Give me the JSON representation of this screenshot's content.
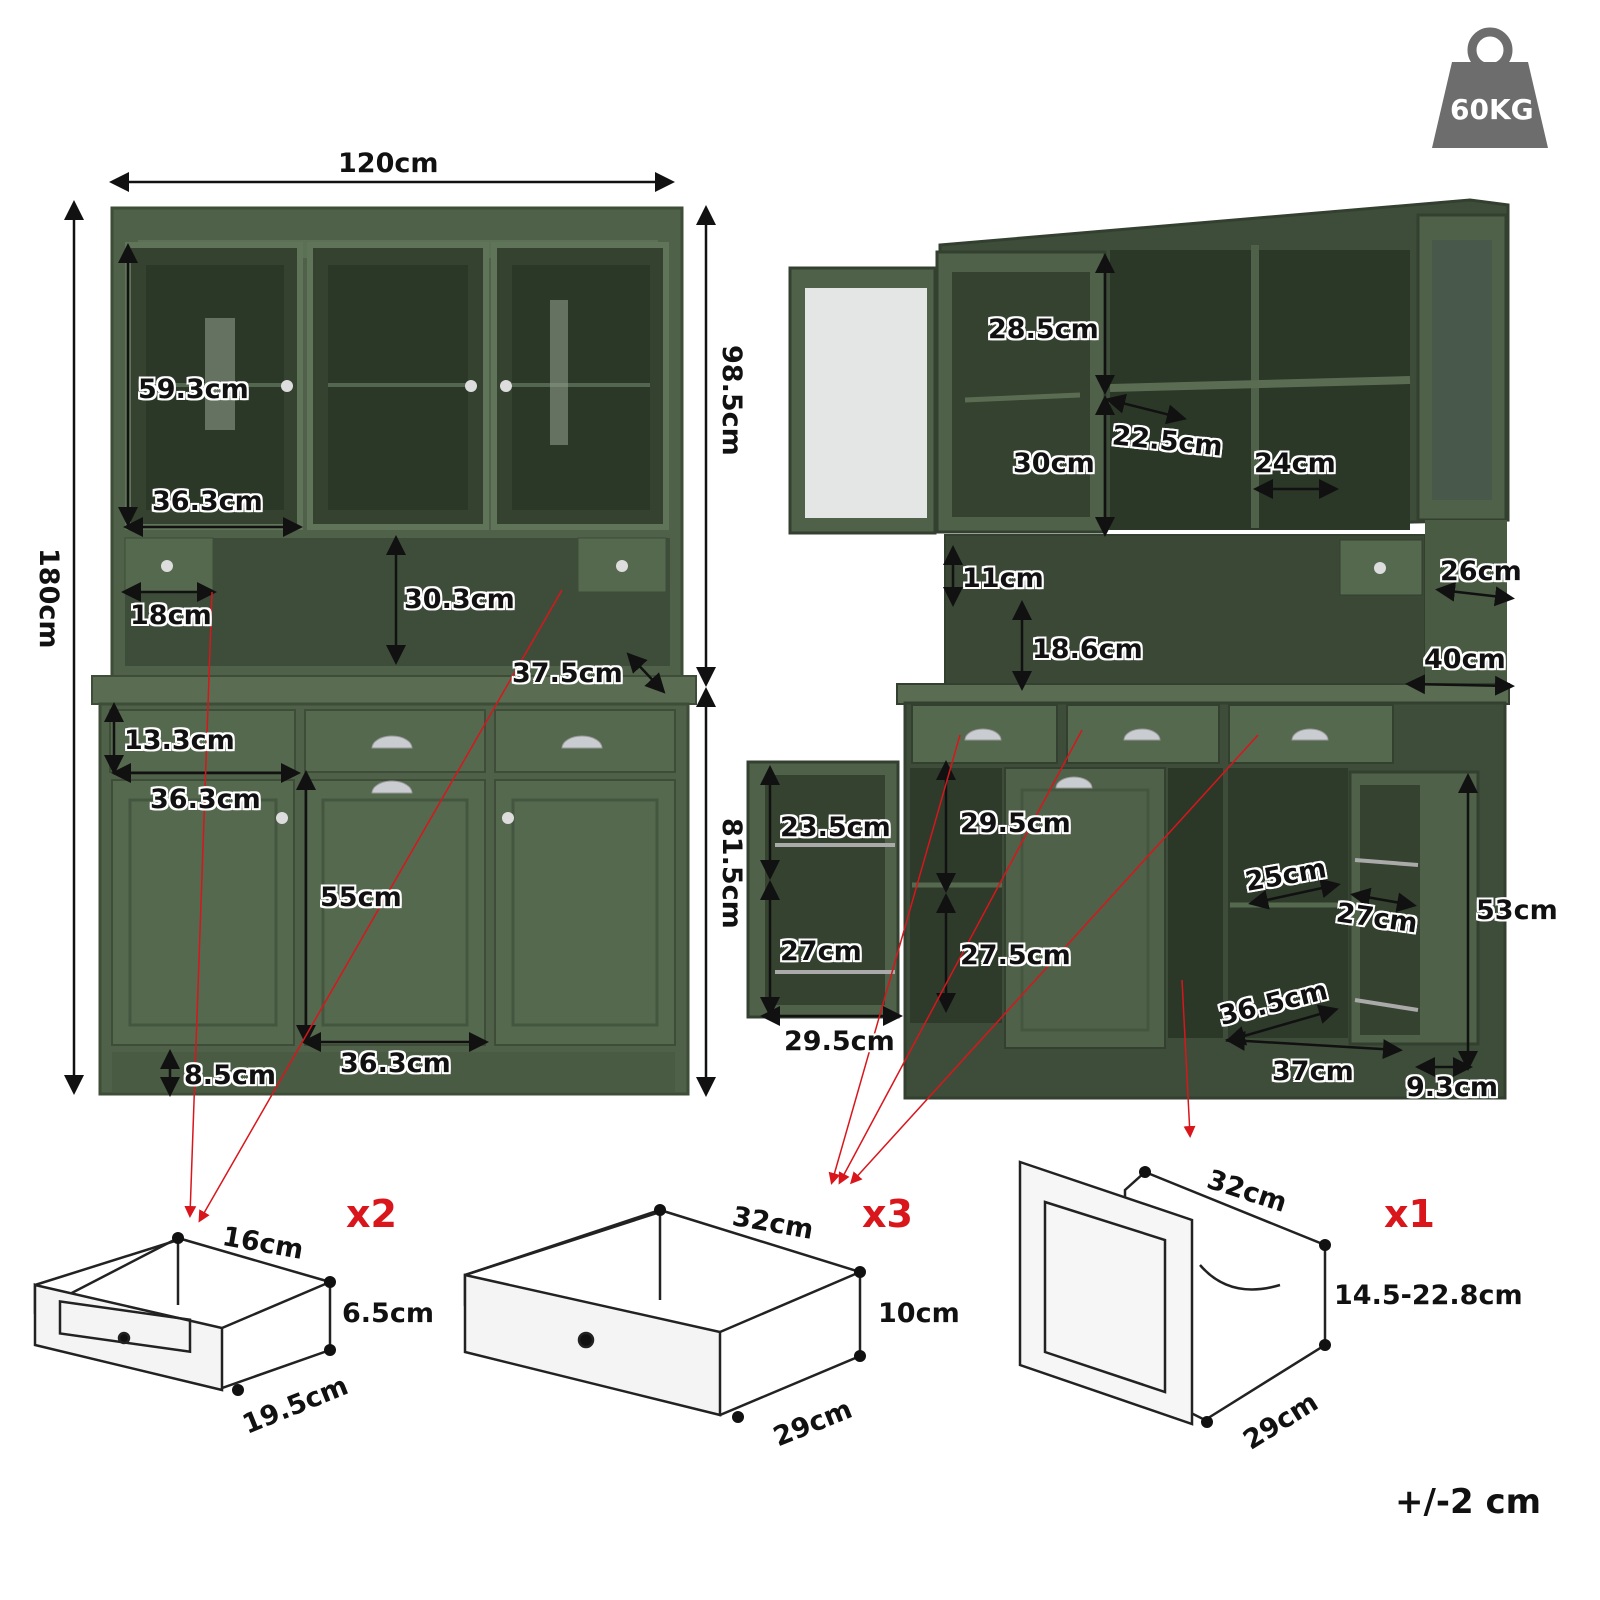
{
  "weight": {
    "label": "60KG",
    "icon": "weight-icon"
  },
  "tolerance": "+/-2 cm",
  "colors": {
    "cabinet": "#4f6148",
    "cabinet_dark": "#3d4d37",
    "arrow": "#d8161c"
  },
  "front_dims": {
    "width": "120cm",
    "height": "180cm",
    "upper_height": "98.5cm",
    "lower_height": "81.5cm",
    "glass_height": "59.3cm",
    "glass_width": "36.3cm",
    "small_drawer_width": "18cm",
    "niche_height": "30.3cm",
    "top_depth": "37.5cm",
    "drawer_height": "13.3cm",
    "drawer_width": "36.3cm",
    "door_height": "55cm",
    "door_width": "36.3cm",
    "base_height": "8.5cm"
  },
  "side_dims": {
    "upper_shelf": "28.5cm",
    "upper_lower": "30cm",
    "shelf_depth": "22.5cm",
    "shelf_width": "24cm",
    "niche_top": "11cm",
    "niche_bottom": "18.6cm",
    "upper_depth": "26cm",
    "lower_depth": "40cm",
    "door_shelf_top": "23.5cm",
    "door_shelf_bottom": "27cm",
    "door_width": "29.5cm",
    "inner_top": "29.5cm",
    "inner_bottom": "27.5cm",
    "side_shelf": "25cm",
    "side_shelf_2": "27cm",
    "side_height": "53cm",
    "bin_depth": "36.5cm",
    "bin_width": "37cm",
    "side_depth": "9.3cm"
  },
  "components": [
    {
      "qty": "x2",
      "width": "16cm",
      "height": "6.5cm",
      "depth": "19.5cm"
    },
    {
      "qty": "x3",
      "width": "32cm",
      "height": "10cm",
      "depth": "29cm"
    },
    {
      "qty": "x1",
      "width": "32cm",
      "height": "14.5-22.8cm",
      "depth": "29cm"
    }
  ]
}
